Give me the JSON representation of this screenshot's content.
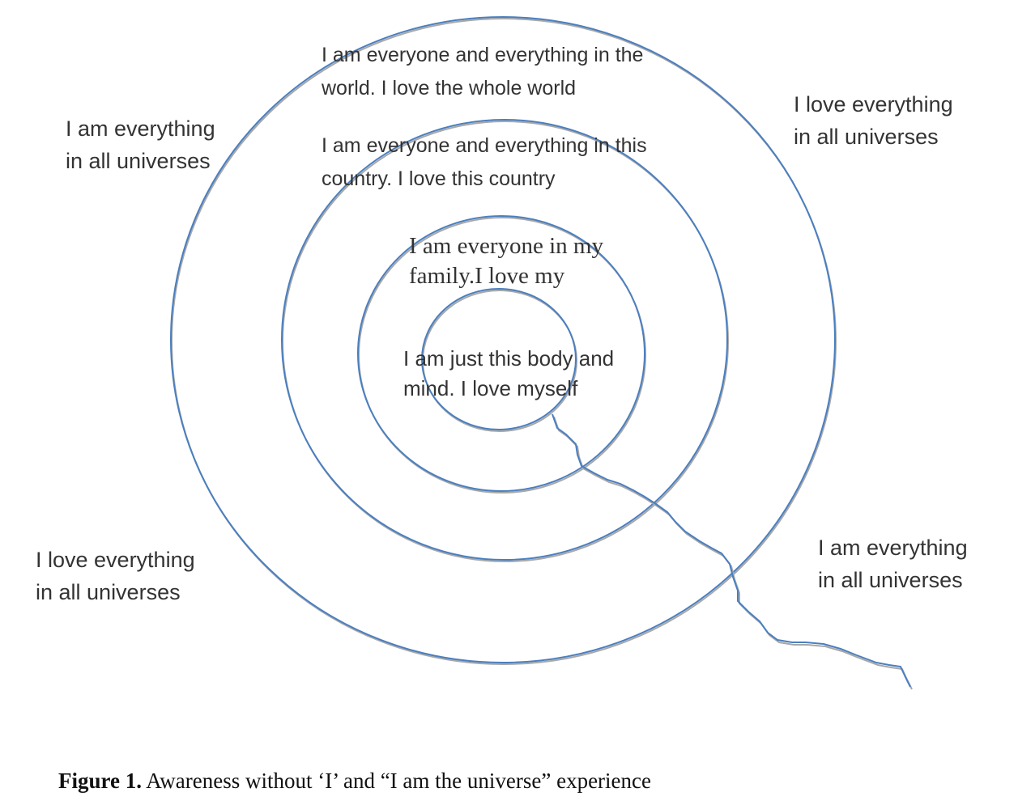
{
  "corner_labels": {
    "top_left": [
      "I am everything",
      "in all universes"
    ],
    "top_right": [
      "I love everything",
      "in all universes"
    ],
    "bottom_left": [
      "I love everything",
      "in all universes"
    ],
    "bottom_right": [
      "I am everything",
      "in all universes"
    ]
  },
  "rings": {
    "world": [
      "I am everyone and everything in the",
      "world. I love the whole world"
    ],
    "country": [
      "I am everyone and everything in this",
      "country. I love this country"
    ],
    "family": [
      "I am everyone in my",
      "family.I love my"
    ],
    "self": [
      "I am just this body and",
      "mind. I love myself"
    ]
  },
  "caption": {
    "label": "Figure 1.",
    "text": " Awareness without ‘I’ and “I am the universe” experience"
  },
  "colors": {
    "ring_stroke": "#4a7fc0",
    "ring_shadow": "#a8a8a8",
    "text": "#333333"
  }
}
